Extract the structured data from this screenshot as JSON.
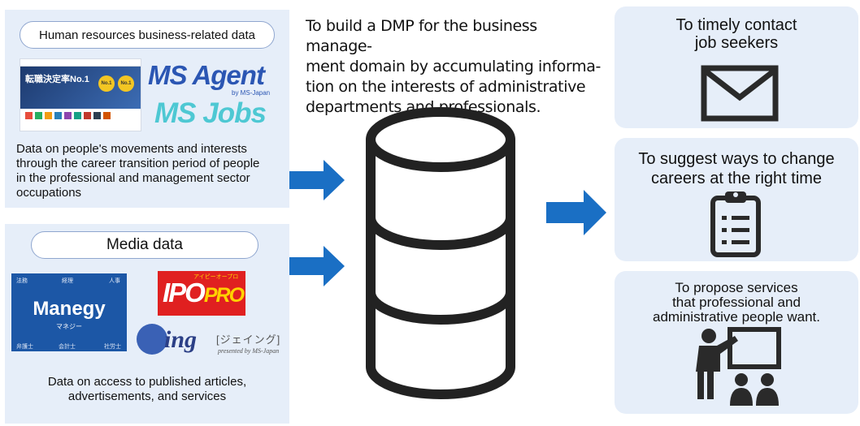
{
  "headline": {
    "lines": [
      "To build a DMP for the business manage-",
      "ment domain by accumulating informa-",
      "tion on the interests of administrative",
      "departments and professionals."
    ]
  },
  "hr_panel": {
    "pill_label": "Human resources business-related data",
    "desc_lines": [
      "Data on people's movements and interests",
      "through the career transition period of people",
      "in the professional and management sector",
      "occupations"
    ],
    "logos": {
      "agent": "MS Agent",
      "agent_by": "by MS-Japan",
      "jobs": "MS Jobs"
    },
    "thumb": {
      "headline": "転職決定率No.1",
      "badge1": "No.1",
      "badge2": "No.1"
    }
  },
  "media_panel": {
    "pill_label": "Media data",
    "desc_lines": [
      "Data on access to published articles,",
      "advertisements, and services"
    ],
    "logos": {
      "manegy": "Manegy",
      "manegy_kana": "マネジー",
      "manegy_corners": [
        "法務",
        "経理",
        "人事",
        "弁護士",
        "会計士",
        "社労士"
      ],
      "ipo": "IPO",
      "ipo_pro": "PRO",
      "ipo_kana": "アイピーオープロ",
      "jing": "ing",
      "jing_kana": "[ジェイング]",
      "jing_by": "presented by MS-Japan"
    }
  },
  "outcomes": [
    {
      "lines": [
        "To timely contact",
        "job seekers"
      ],
      "icon": "envelope-icon"
    },
    {
      "lines": [
        "To suggest ways to change",
        "careers at the right time"
      ],
      "icon": "clipboard-icon"
    },
    {
      "lines": [
        "To propose services",
        "that professional and",
        "administrative people want."
      ],
      "icon": "presentation-icon"
    }
  ],
  "colors": {
    "panel": "#e6eef9",
    "arrow": "#1a6fc4",
    "icon": "#2a2a2a"
  }
}
